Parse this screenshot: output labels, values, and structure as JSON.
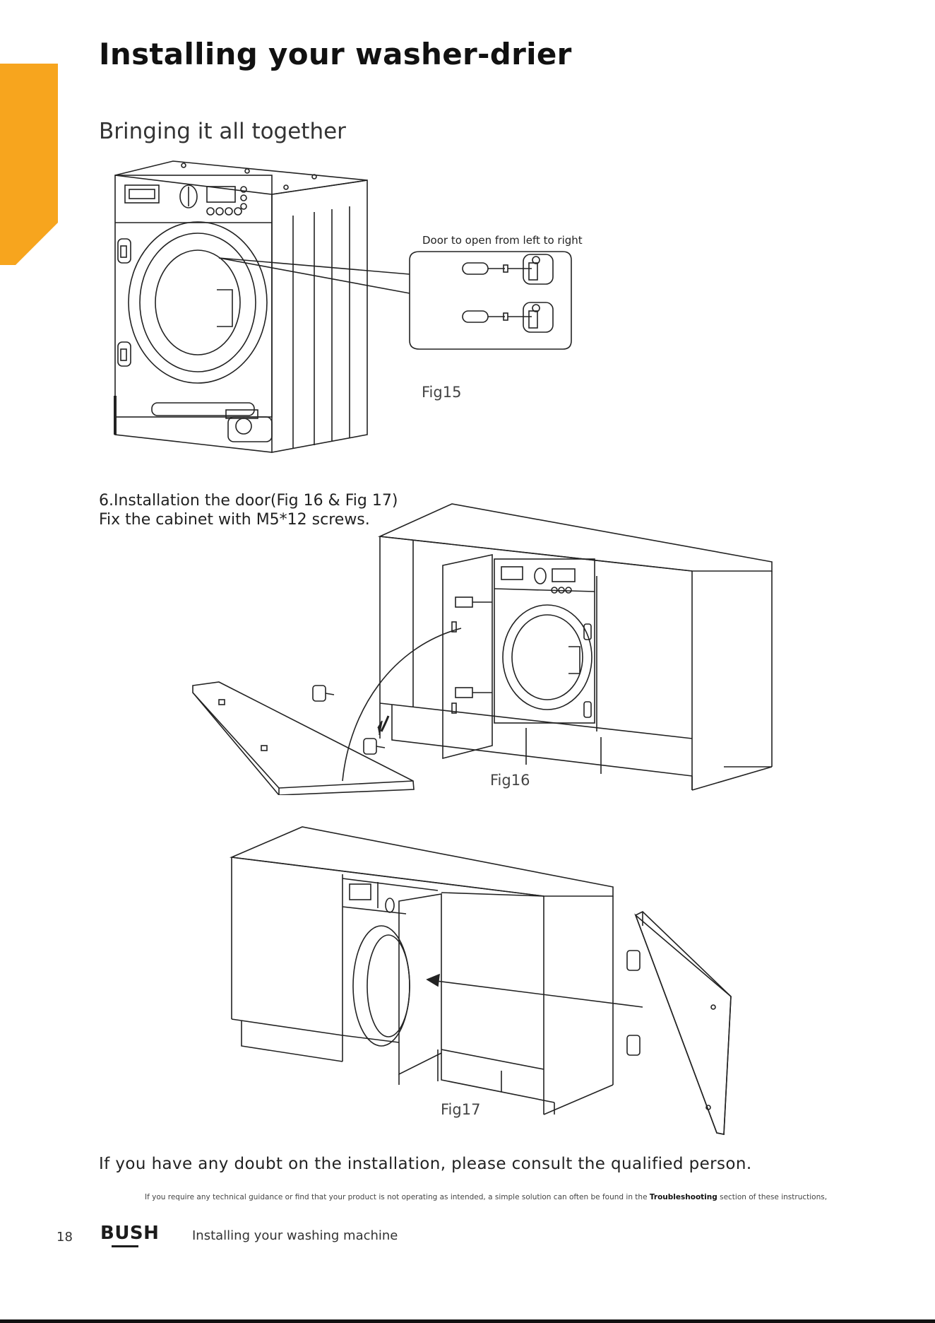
{
  "header": {
    "title": "Installing your washer-drier",
    "tab_color": "#F7A51E"
  },
  "section": {
    "title": "Bringing it all together"
  },
  "fig15": {
    "callout": "Door to open from left to right",
    "caption": "Fig15"
  },
  "step6": {
    "line1": "6.Installation the door(Fig 16 & Fig 17)",
    "line2": "Fix the cabinet with M5*12 screws."
  },
  "fig16": {
    "caption": "Fig16"
  },
  "fig17": {
    "caption": "Fig17"
  },
  "doubt_text": "If you have any doubt on the installation, please consult the qualified person.",
  "note": {
    "before": "If you require any technical guidance or find that your product is not operating as intended, a simple solution can often be found in the ",
    "bold": "Troubleshooting",
    "after": " section of these instructions,"
  },
  "footer": {
    "page_number": "18",
    "brand": "BUSH",
    "label": "Installing your washing machine"
  }
}
